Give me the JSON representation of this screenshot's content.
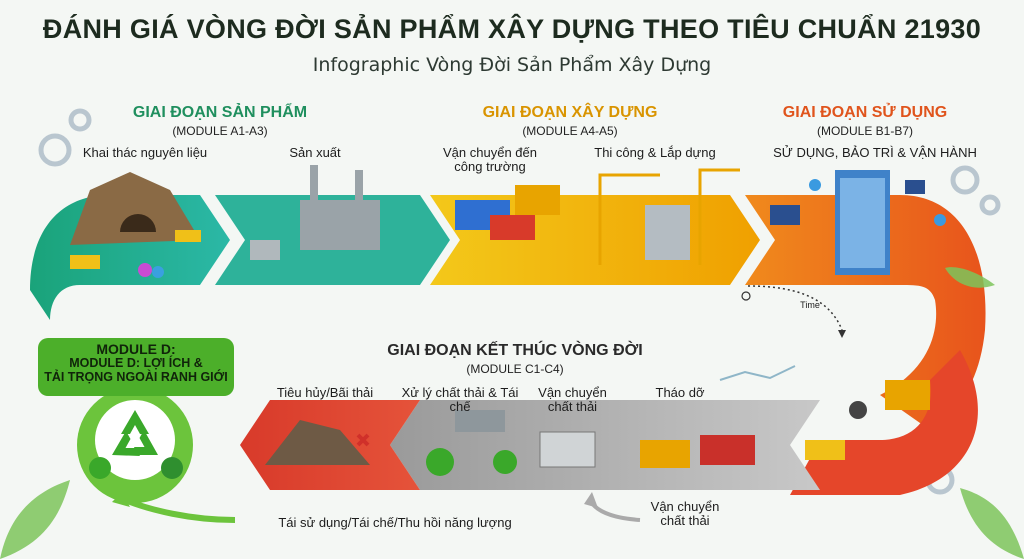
{
  "title": "ĐÁNH GIÁ VÒNG ĐỜI SẢN PHẨM XÂY DỰNG THEO TIÊU CHUẨN 21930",
  "subtitle": "Infographic Vòng Đời Sản Phẩm Xây Dựng",
  "stages": {
    "product": {
      "name": "GIAI ĐOẠN SẢN PHẨM",
      "module": "(MODULE A1-A3)",
      "color": "#1f9e6e",
      "steps": [
        "Khai thác nguyên liệu",
        "Sản xuất"
      ]
    },
    "construction": {
      "name": "GIAI ĐOẠN XÂY DỰNG",
      "module": "(MODULE A4-A5)",
      "color": "#e8a400",
      "steps": [
        "Vận chuyển đến công trường",
        "Thi công & Lắp dựng"
      ]
    },
    "use": {
      "name": "GIAI ĐOẠN SỬ DỤNG",
      "module": "(MODULE B1-B7)",
      "color": "#e8601c",
      "steps": [
        "SỬ DỤNG, BẢO TRÌ & VẬN HÀNH"
      ],
      "time_label": "Time"
    },
    "end": {
      "name": "GIAI ĐOẠN KẾT THÚC VÒNG ĐỜI",
      "module": "(MODULE C1-C4)",
      "color": "#333333",
      "steps": [
        "Tháo dỡ",
        "Vận chuyển chất thải",
        "Vận chuyển chất thải",
        "Xử lý chất thải & Tái chế",
        "Tiêu hủy/Bãi thải"
      ]
    },
    "module_d": {
      "line1": "MODULE D:",
      "line2": "MODULE D: LỢI ÍCH &",
      "line3": "TẢI TRỌNG NGOÀI RANH GIỚI",
      "color": "#4caf2a"
    },
    "reuse": "Tái sử dụng/Tái chế/Thu hồi năng lượng"
  },
  "icons": [
    "gear-icon",
    "recycle-icon",
    "leaf-icon",
    "water-drop-icon",
    "solar-panel-icon",
    "crane-icon",
    "truck-icon",
    "excavator-icon",
    "factory-icon",
    "building-icon"
  ]
}
